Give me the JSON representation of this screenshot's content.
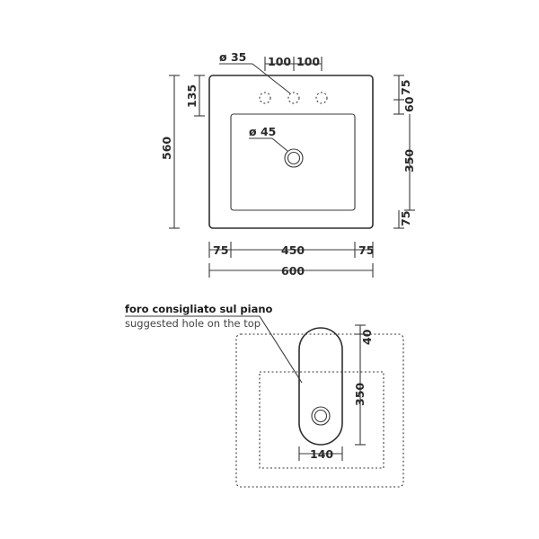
{
  "top_view": {
    "dims": {
      "tap_hole_diameter": "ø 35",
      "tap_spacing_left": "100",
      "tap_spacing_right": "100",
      "top_to_tap_holes": "135",
      "overall_depth": "560",
      "right_top": "75",
      "right_top_inner": "60",
      "basin_depth": "350",
      "right_bottom": "75",
      "drain_diameter": "ø 45",
      "bottom_left": "75",
      "basin_width": "450",
      "bottom_right": "75",
      "overall_width": "600"
    }
  },
  "cutout_view": {
    "note_it": "foro consigliato sul piano",
    "note_en": "suggested hole on the top",
    "dims": {
      "top_offset": "40",
      "hole_length": "350",
      "hole_width": "140"
    }
  }
}
